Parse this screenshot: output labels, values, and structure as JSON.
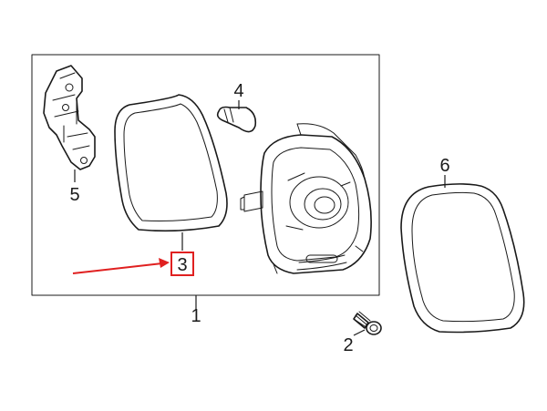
{
  "callouts": {
    "c1": "1",
    "c2": "2",
    "c3": "3",
    "c4": "4",
    "c5": "5",
    "c6": "6"
  },
  "colors": {
    "ink": "#1a1a1a",
    "highlight": "#e02020"
  },
  "highlighted_part": "3"
}
